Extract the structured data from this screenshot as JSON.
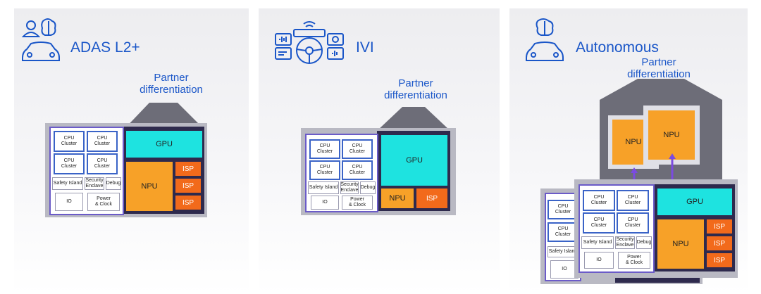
{
  "panels": [
    {
      "title": "ADAS L2+",
      "partner": "Partner\ndifferentiation",
      "soc": {
        "cpu_clusters": [
          "CPU\nCluster",
          "CPU\nCluster",
          "CPU\nCluster",
          "CPU\nCluster"
        ],
        "safety_island": "Safety Island",
        "security_enclave": "Security\nEnclave",
        "debug": "Debug",
        "io": "IO",
        "power_clock": "Power\n& Clock"
      },
      "gpu": "GPU",
      "npu": "NPU",
      "isp": [
        "ISP",
        "ISP",
        "ISP"
      ]
    },
    {
      "title": "IVI",
      "partner": "Partner\ndifferentiation",
      "soc": {
        "cpu_clusters": [
          "CPU\nCluster",
          "CPU\nCluster",
          "CPU\nCluster",
          "CPU\nCluster"
        ],
        "safety_island": "Safety Island",
        "security_enclave": "Security\nEnclave",
        "debug": "Debug",
        "io": "IO",
        "power_clock": "Power\n& Clock"
      },
      "gpu": "GPU",
      "npu": "NPU",
      "isp": [
        "ISP"
      ]
    },
    {
      "title": "Autonomous",
      "partner": "Partner\ndifferentiation",
      "npu_top": [
        "NPU",
        "NPU"
      ],
      "back_soc": {
        "cpu_clusters": [
          "CPU\nCluster",
          "CPU\nCluster"
        ],
        "safety_island": "Safety Island",
        "io": "IO"
      },
      "soc": {
        "cpu_clusters": [
          "CPU\nCluster",
          "CPU\nCluster",
          "CPU\nCluster",
          "CPU\nCluster"
        ],
        "safety_island": "Safety Island",
        "security_enclave": "Security\nEnclave",
        "debug": "Debug",
        "io": "IO",
        "power_clock": "Power\n& Clock"
      },
      "gpu": "GPU",
      "npu": "NPU",
      "isp": [
        "ISP",
        "ISP",
        "ISP"
      ]
    }
  ],
  "colors": {
    "accent_blue": "#1a56c8",
    "gpu": "#1ee3e0",
    "npu": "#f7a128",
    "isp": "#f26a1b",
    "dark_fabric": "#2e2a4d",
    "arrow": "#7b4be0"
  }
}
